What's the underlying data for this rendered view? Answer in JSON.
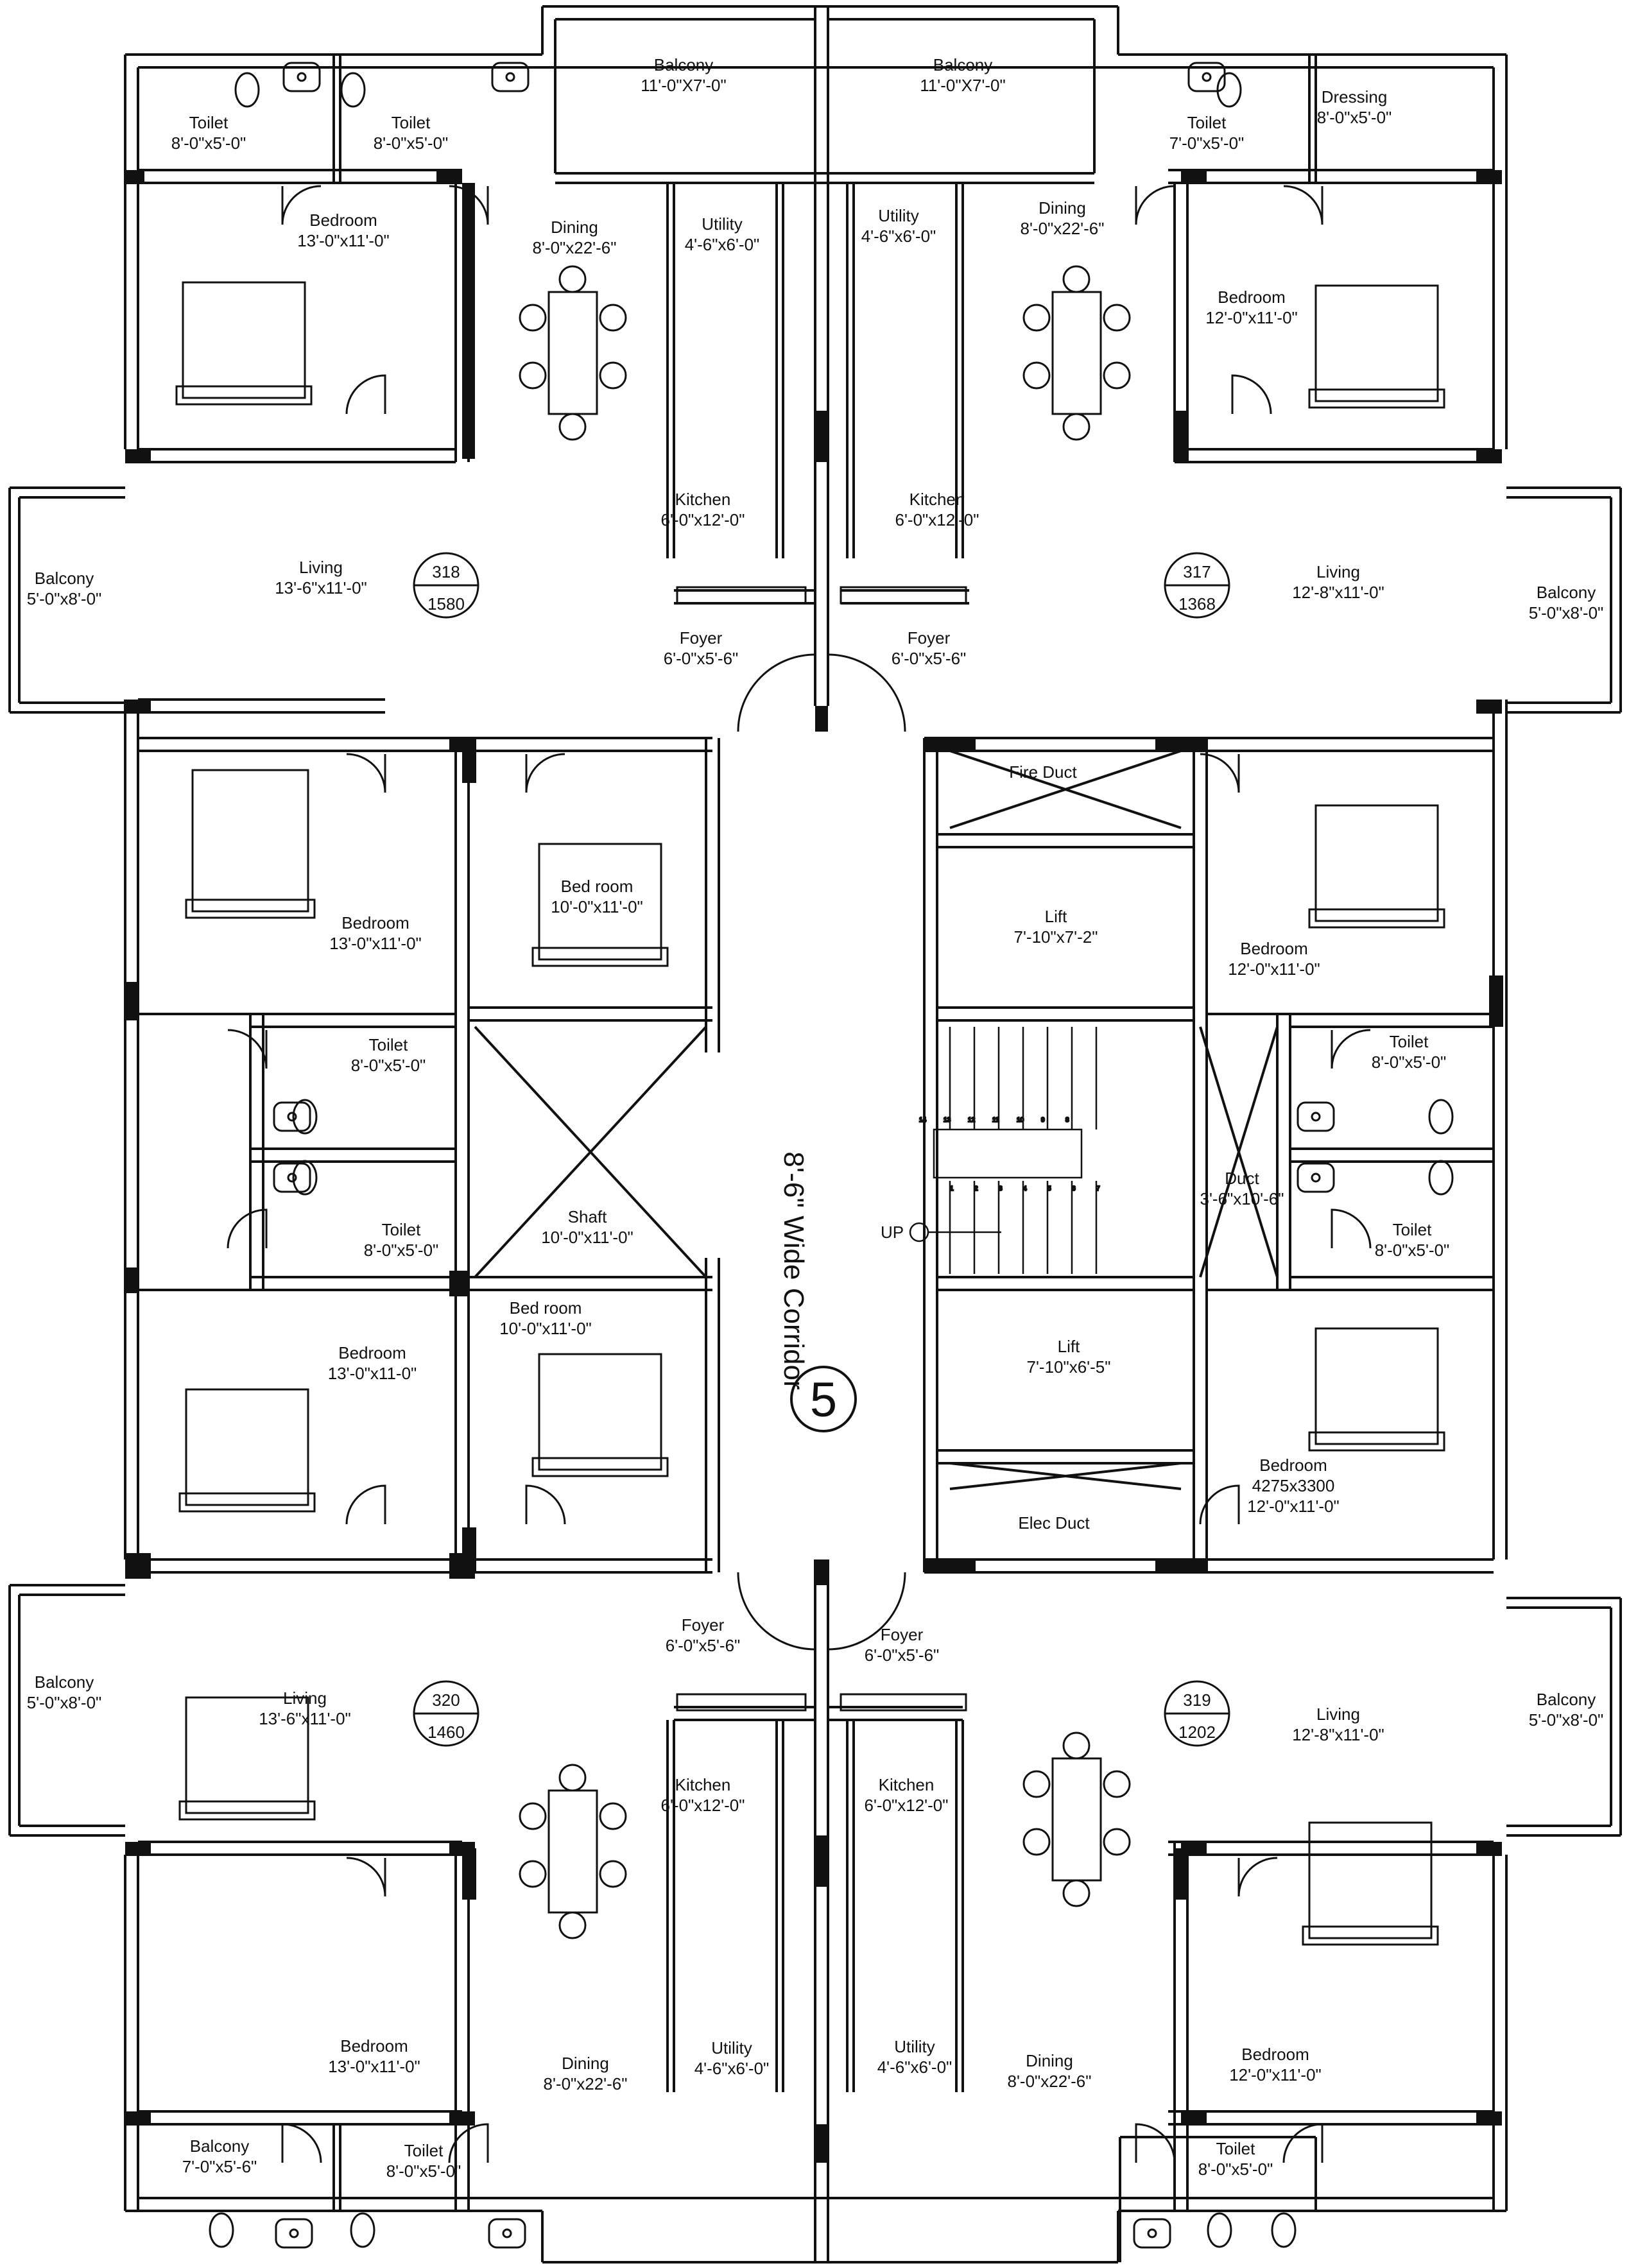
{
  "floor_number": "5",
  "corridor_label": "8'-6\" Wide Corridor",
  "stair_label": "UP",
  "stair_steps": [
    "14",
    "13",
    "12",
    "11",
    "10",
    "9",
    "8",
    "1",
    "2",
    "3",
    "4",
    "5",
    "6",
    "7"
  ],
  "units": [
    {
      "id": "u318",
      "number": "318",
      "area": "1580"
    },
    {
      "id": "u317",
      "number": "317",
      "area": "1368"
    },
    {
      "id": "u320",
      "number": "320",
      "area": "1460"
    },
    {
      "id": "u319",
      "number": "319",
      "area": "1202"
    }
  ],
  "rooms": [
    {
      "id": "balc-top-l",
      "name": "Balcony",
      "dim": "11'-0\"X7'-0\""
    },
    {
      "id": "balc-top-r",
      "name": "Balcony",
      "dim": "11'-0\"X7'-0\""
    },
    {
      "id": "toilet-tl1",
      "name": "Toilet",
      "dim": "8'-0\"x5'-0\""
    },
    {
      "id": "toilet-tl2",
      "name": "Toilet",
      "dim": "8'-0\"x5'-0\""
    },
    {
      "id": "toilet-tr",
      "name": "Toilet",
      "dim": "7'-0\"x5'-0\""
    },
    {
      "id": "dressing",
      "name": "Dressing",
      "dim": "8'-0\"x5'-0\""
    },
    {
      "id": "bed-318a",
      "name": "Bedroom",
      "dim": "13'-0\"x11'-0\""
    },
    {
      "id": "dining-318",
      "name": "Dining",
      "dim": "8'-0\"x22'-6\""
    },
    {
      "id": "utility-318",
      "name": "Utility",
      "dim": "4'-6\"x6'-0\""
    },
    {
      "id": "utility-317",
      "name": "Utility",
      "dim": "4'-6\"x6'-0\""
    },
    {
      "id": "dining-317",
      "name": "Dining",
      "dim": "8'-0\"x22'-6\""
    },
    {
      "id": "bed-317a",
      "name": "Bedroom",
      "dim": "12'-0\"x11'-0\""
    },
    {
      "id": "kitchen-318",
      "name": "Kitchen",
      "dim": "6'-0\"x12'-0\""
    },
    {
      "id": "kitchen-317",
      "name": "Kitchen",
      "dim": "6'-0\"x12'-0\""
    },
    {
      "id": "balc-318",
      "name": "Balcony",
      "dim": "5'-0\"x8'-0\""
    },
    {
      "id": "living-318",
      "name": "Living",
      "dim": "13'-6\"x11'-0\""
    },
    {
      "id": "living-317",
      "name": "Living",
      "dim": "12'-8\"x11'-0\""
    },
    {
      "id": "balc-317",
      "name": "Balcony",
      "dim": "5'-0\"x8'-0\""
    },
    {
      "id": "foyer-318",
      "name": "Foyer",
      "dim": "6'-0\"x5'-6\""
    },
    {
      "id": "foyer-317",
      "name": "Foyer",
      "dim": "6'-0\"x5'-6\""
    },
    {
      "id": "fire-duct",
      "name": "Fire Duct",
      "dim": ""
    },
    {
      "id": "bedroom-c1",
      "name": "Bed room",
      "dim": "10'-0\"x11'-0\""
    },
    {
      "id": "bed-318b",
      "name": "Bedroom",
      "dim": "13'-0\"x11'-0\""
    },
    {
      "id": "lift-1",
      "name": "Lift",
      "dim": "7'-10\"x7'-2\""
    },
    {
      "id": "bed-317b",
      "name": "Bedroom",
      "dim": "12'-0\"x11'-0\""
    },
    {
      "id": "toilet-ml1",
      "name": "Toilet",
      "dim": "8'-0\"x5'-0\""
    },
    {
      "id": "toilet-mr1",
      "name": "Toilet",
      "dim": "8'-0\"x5'-0\""
    },
    {
      "id": "duct",
      "name": "Duct",
      "dim": "3'-6\"x10'-6\""
    },
    {
      "id": "shaft",
      "name": "Shaft",
      "dim": "10'-0\"x11'-0\""
    },
    {
      "id": "toilet-ml2",
      "name": "Toilet",
      "dim": "8'-0\"x5'-0\""
    },
    {
      "id": "toilet-mr2",
      "name": "Toilet",
      "dim": "8'-0\"x5'-0\""
    },
    {
      "id": "bed-320b",
      "name": "Bedroom",
      "dim": "13'-0\"x11-0\""
    },
    {
      "id": "bedroom-c2",
      "name": "Bed room",
      "dim": "10'-0\"x11'-0\""
    },
    {
      "id": "lift-2",
      "name": "Lift",
      "dim": "7'-10\"x6'-5\""
    },
    {
      "id": "bed-319b",
      "name": "Bedroom",
      "dim": "4275x3300"
    },
    {
      "id": "elec-duct",
      "name": "Elec Duct",
      "dim": ""
    },
    {
      "id": "foyer-320",
      "name": "Foyer",
      "dim": "6'-0\"x5'-6\""
    },
    {
      "id": "foyer-319",
      "name": "Foyer",
      "dim": "6'-0\"x5'-6\""
    },
    {
      "id": "balc-320",
      "name": "Balcony",
      "dim": "5'-0\"x8'-0\""
    },
    {
      "id": "living-320",
      "name": "Living",
      "dim": "13'-6\"x11'-0\""
    },
    {
      "id": "living-319",
      "name": "Living",
      "dim": "12'-8\"x11'-0\""
    },
    {
      "id": "balc-319",
      "name": "Balcony",
      "dim": "5'-0\"x8'-0\""
    },
    {
      "id": "kitchen-320",
      "name": "Kitchen",
      "dim": "6'-0\"x12'-0\""
    },
    {
      "id": "kitchen-319",
      "name": "Kitchen",
      "dim": "6'-0\"x12'-0\""
    },
    {
      "id": "bed-320a",
      "name": "Bedroom",
      "dim": "13'-0\"x11'-0\""
    },
    {
      "id": "dining-320",
      "name": "Dining",
      "dim": "8'-0\"x22'-6\""
    },
    {
      "id": "utility-320",
      "name": "Utility",
      "dim": "4'-6\"x6'-0\""
    },
    {
      "id": "utility-319",
      "name": "Utility",
      "dim": "4'-6\"x6'-0\""
    },
    {
      "id": "dining-319",
      "name": "Dining",
      "dim": "8'-0\"x22'-6\""
    },
    {
      "id": "bed-319a",
      "name": "Bedroom",
      "dim": "12'-0\"x11'-0\""
    },
    {
      "id": "balc-bot",
      "name": "Balcony",
      "dim": "7'-0\"x5'-6\""
    },
    {
      "id": "toilet-bl",
      "name": "Toilet",
      "dim": "8'-0\"x5'-0\""
    },
    {
      "id": "toilet-br",
      "name": "Toilet",
      "dim": "8'-0\"x5'-0\""
    }
  ],
  "extra_dims": {
    "bed-319b": "12'-0\"x11'-0\""
  }
}
